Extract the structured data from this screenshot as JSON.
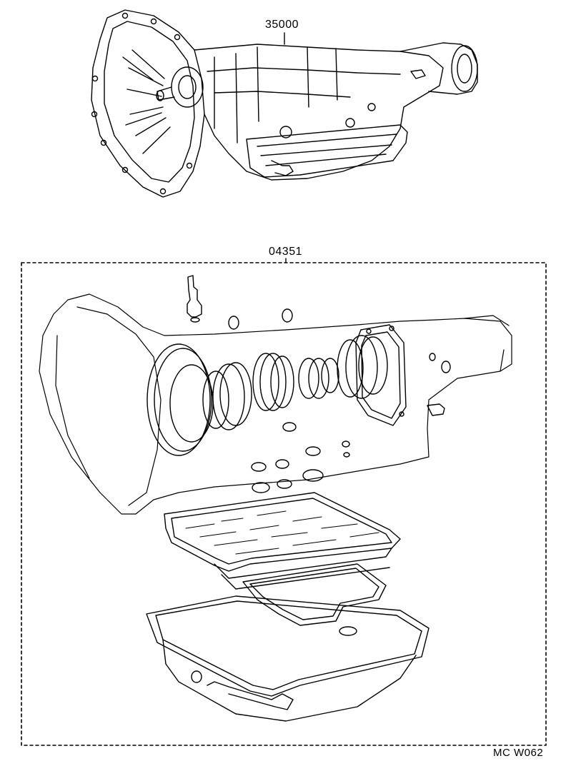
{
  "diagram": {
    "parts": [
      {
        "number": "35000"
      },
      {
        "number": "04351"
      }
    ],
    "figure_code": "MC W062"
  }
}
